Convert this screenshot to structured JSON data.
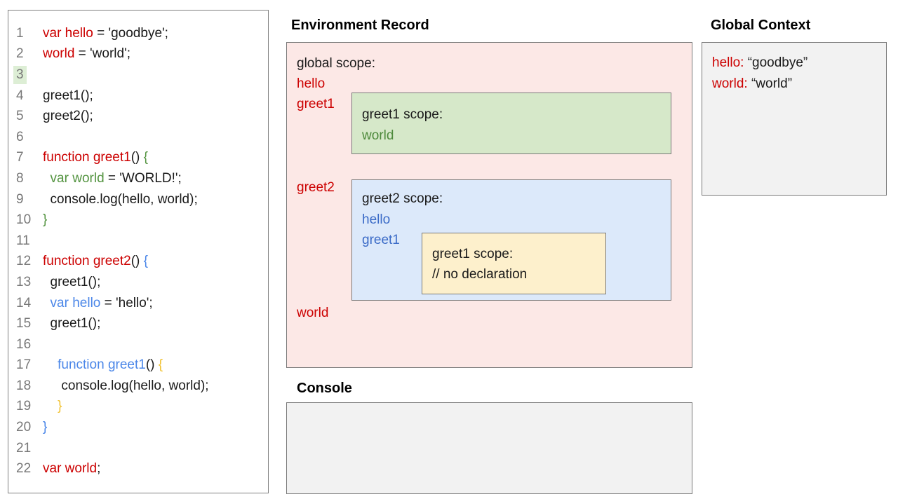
{
  "colors": {
    "keyword_red": "#cc0000",
    "scope_green_text": "#549441",
    "scope_blue_text_code": "#4a86e8",
    "scope_blue_text_box": "#3b6bc7",
    "scope_yellow_text": "#f1c232",
    "line_number_gray": "#787878",
    "line_highlight_green": "#ddeed5",
    "global_scope_bg": "#fce8e6",
    "greet1_scope_bg": "#d6e8c9",
    "greet2_scope_bg": "#dce9fa",
    "greet1_inner_scope_bg": "#fdf0cc",
    "panel_gray_bg": "#f2f2f2",
    "box_border": "#7a7a7a"
  },
  "code_panel": {
    "lines": [
      {
        "n": "1",
        "hl": false,
        "seg": [
          [
            "red",
            "var hello"
          ],
          [
            "k",
            " = 'goodbye';"
          ]
        ]
      },
      {
        "n": "2",
        "hl": false,
        "seg": [
          [
            "red",
            "world"
          ],
          [
            "k",
            " = 'world';"
          ]
        ]
      },
      {
        "n": "3",
        "hl": true,
        "seg": []
      },
      {
        "n": "4",
        "hl": false,
        "seg": [
          [
            "k",
            "greet1();"
          ]
        ]
      },
      {
        "n": "5",
        "hl": false,
        "seg": [
          [
            "k",
            "greet2();"
          ]
        ]
      },
      {
        "n": "6",
        "hl": false,
        "seg": []
      },
      {
        "n": "7",
        "hl": false,
        "seg": [
          [
            "red",
            "function greet1"
          ],
          [
            "k",
            "() "
          ],
          [
            "green",
            "{"
          ]
        ]
      },
      {
        "n": "8",
        "hl": false,
        "seg": [
          [
            "green",
            "  var world"
          ],
          [
            "k",
            " = 'WORLD!';"
          ]
        ]
      },
      {
        "n": "9",
        "hl": false,
        "seg": [
          [
            "k",
            "  console.log(hello, world);"
          ]
        ]
      },
      {
        "n": "10",
        "hl": false,
        "seg": [
          [
            "green",
            "}"
          ]
        ]
      },
      {
        "n": "11",
        "hl": false,
        "seg": []
      },
      {
        "n": "12",
        "hl": false,
        "seg": [
          [
            "red",
            "function greet2"
          ],
          [
            "k",
            "() "
          ],
          [
            "blue",
            "{"
          ]
        ]
      },
      {
        "n": "13",
        "hl": false,
        "seg": [
          [
            "k",
            "  greet1();"
          ]
        ]
      },
      {
        "n": "14",
        "hl": false,
        "seg": [
          [
            "blue",
            "  var hello"
          ],
          [
            "k",
            " = 'hello';"
          ]
        ]
      },
      {
        "n": "15",
        "hl": false,
        "seg": [
          [
            "k",
            "  greet1();"
          ]
        ]
      },
      {
        "n": "16",
        "hl": false,
        "seg": []
      },
      {
        "n": "17",
        "hl": false,
        "seg": [
          [
            "blue",
            "    function greet1"
          ],
          [
            "k",
            "() "
          ],
          [
            "yellow",
            "{"
          ]
        ]
      },
      {
        "n": "18",
        "hl": false,
        "seg": [
          [
            "k",
            "     console.log(hello, world);"
          ]
        ]
      },
      {
        "n": "19",
        "hl": false,
        "seg": [
          [
            "yellow",
            "    }"
          ]
        ]
      },
      {
        "n": "20",
        "hl": false,
        "seg": [
          [
            "blue",
            "}"
          ]
        ]
      },
      {
        "n": "21",
        "hl": false,
        "seg": []
      },
      {
        "n": "22",
        "hl": false,
        "seg": [
          [
            "red",
            "var world"
          ],
          [
            "k",
            ";"
          ]
        ]
      }
    ]
  },
  "environment_record": {
    "title": "Environment Record",
    "global_scope_label": "global scope:",
    "global_item_hello": "hello",
    "global_item_greet1": "greet1",
    "global_item_greet2": "greet2",
    "global_item_world": "world",
    "greet1_scope": {
      "label": "greet1 scope:",
      "item_world": "world"
    },
    "greet2_scope": {
      "label": "greet2 scope:",
      "item_hello": "hello",
      "item_greet1": "greet1"
    },
    "greet1_inner_scope": {
      "label": "greet1 scope:",
      "comment": "// no declaration"
    }
  },
  "global_context": {
    "title": "Global Context",
    "entry1_key": "hello:",
    "entry1_value": " “goodbye”",
    "entry2_key": "world:",
    "entry2_value": " “world”"
  },
  "console_panel": {
    "title": "Console"
  }
}
